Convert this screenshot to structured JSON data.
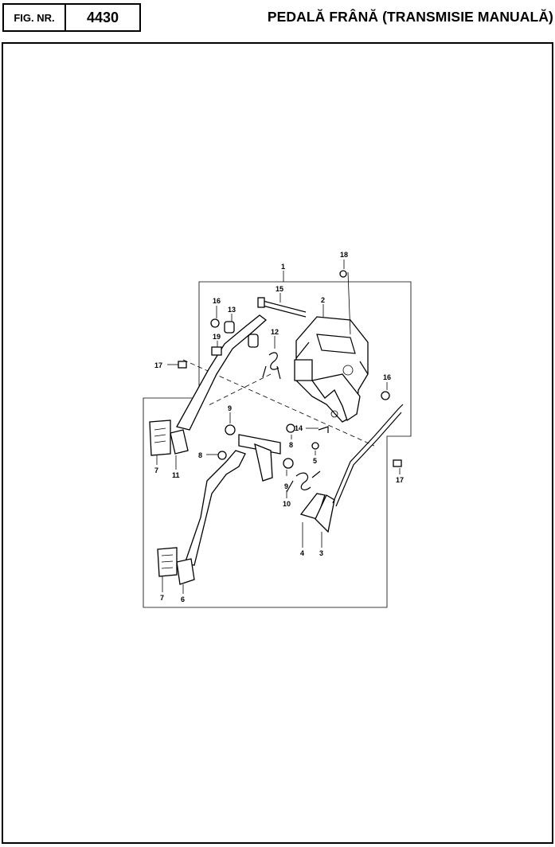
{
  "header": {
    "fig_label": "FIG. NR.",
    "fig_number": "4430",
    "title": "PEDALĂ FRÂNĂ (TRANSMISIE MANUALĂ)"
  },
  "diagram": {
    "callouts": [
      "1",
      "2",
      "3",
      "4",
      "5",
      "6",
      "7",
      "7",
      "8",
      "8",
      "9",
      "9",
      "10",
      "11",
      "12",
      "13",
      "14",
      "15",
      "16",
      "16",
      "17",
      "17",
      "18",
      "19"
    ]
  }
}
